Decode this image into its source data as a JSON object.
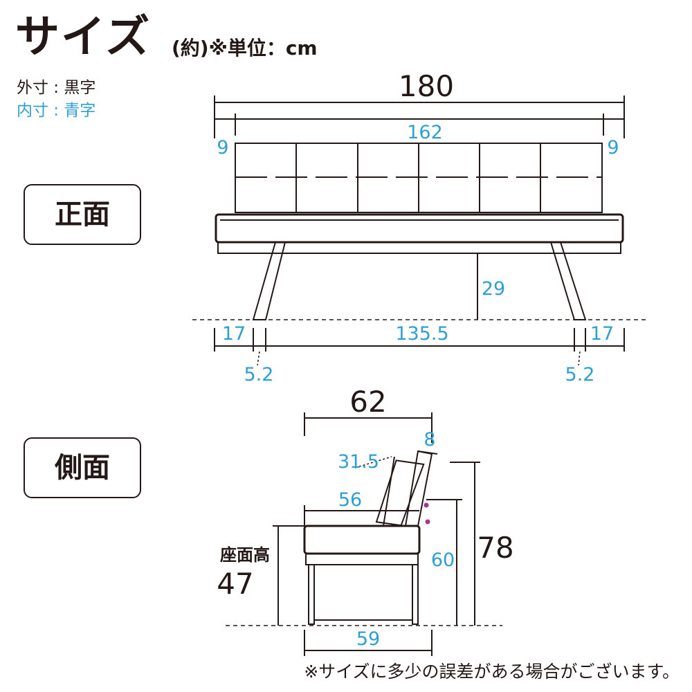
{
  "header": {
    "title": "サイズ",
    "unit_note": "(約)※単位：cm"
  },
  "legend": {
    "outer": "外寸 : 黒字",
    "inner": "内寸 : 青字"
  },
  "views": {
    "front": "正面",
    "side": "側面"
  },
  "front_dims": {
    "total_width": "180",
    "inner_width": "162",
    "left_side": "9",
    "right_side": "9",
    "leg_clearance": "29",
    "left_offset": "17",
    "leg_span": "135.5",
    "right_offset": "17",
    "left_leg": "5.2",
    "right_leg": "5.2"
  },
  "side_dims": {
    "depth": "62",
    "back_thickness": "8",
    "back_height": "31.5",
    "seat_depth": "56",
    "armrest_height": "60",
    "total_height": "78",
    "seat_height_label": "座面高",
    "seat_height": "47",
    "leg_depth": "59"
  },
  "footnote": "※サイズに多少の誤差がある場合がございます。",
  "colors": {
    "outer_dim": "#231815",
    "inner_dim": "#2e9fd3",
    "line": "#231815"
  }
}
